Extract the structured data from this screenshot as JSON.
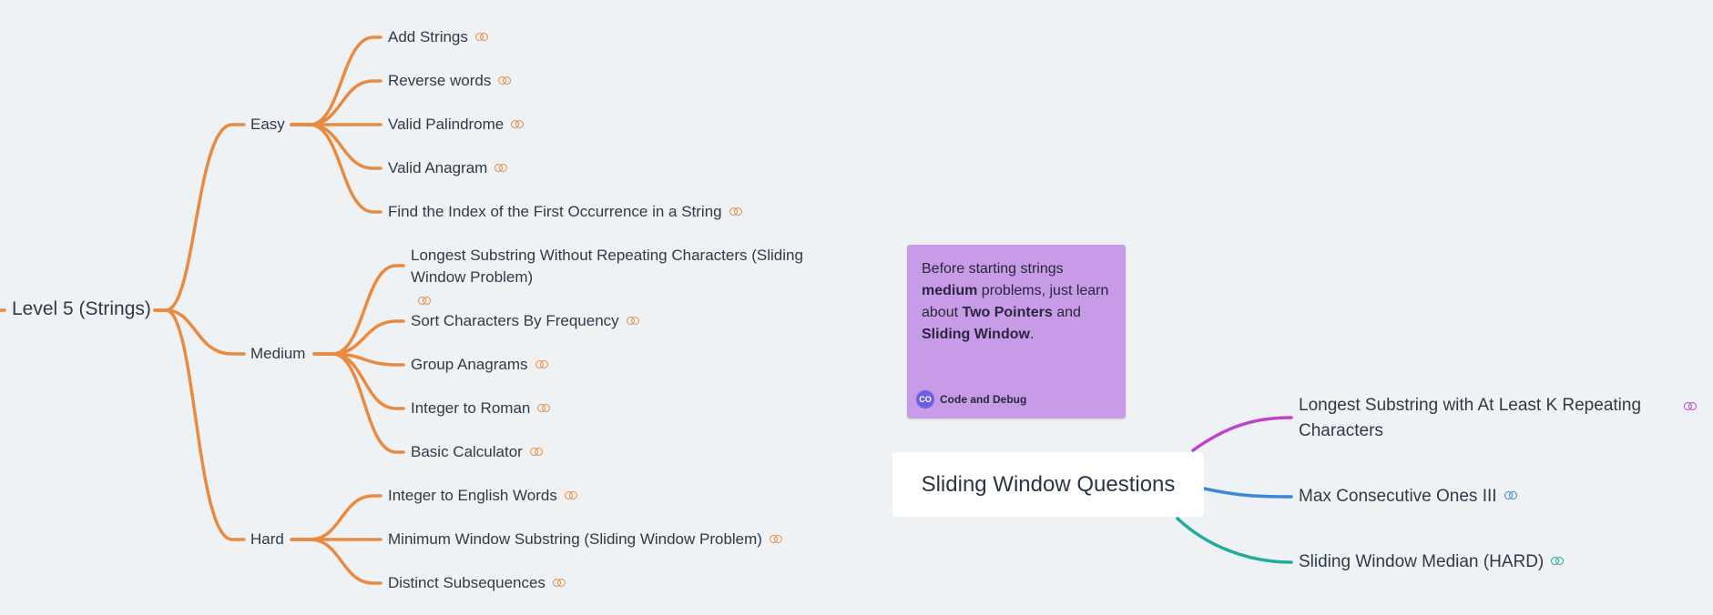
{
  "mindmap1": {
    "root": "Level 5 (Strings)",
    "categories": [
      {
        "label": "Easy",
        "items": [
          "Add Strings",
          "Reverse words",
          "Valid Palindrome",
          "Valid Anagram",
          "Find the Index of the First Occurrence in a String"
        ]
      },
      {
        "label": "Medium",
        "items": [
          "Longest Substring Without Repeating Characters (Sliding Window Problem)",
          "Sort Characters By Frequency",
          "Group Anagrams",
          "Integer to Roman",
          "Basic Calculator"
        ]
      },
      {
        "label": "Hard",
        "items": [
          "Integer to English Words",
          "Minimum Window Substring (Sliding Window Problem)",
          "Distinct Subsequences"
        ]
      }
    ]
  },
  "note": {
    "parts": [
      {
        "text": "Before starting strings ",
        "bold": false
      },
      {
        "text": "medium",
        "bold": true
      },
      {
        "text": " problems, just learn about ",
        "bold": false
      },
      {
        "text": "Two Pointers",
        "bold": true
      },
      {
        "text": " and ",
        "bold": false
      },
      {
        "text": "Sliding Window",
        "bold": true
      },
      {
        "text": ".",
        "bold": false
      }
    ],
    "avatar": "CO",
    "author": "Code and Debug"
  },
  "mindmap2": {
    "title": "Sliding Window Questions",
    "children": [
      {
        "label": "Longest Substring with At Least K Repeating Characters",
        "color": "#c040d0"
      },
      {
        "label": "Max Consecutive Ones III",
        "color": "#3a88d8"
      },
      {
        "label": "Sliding Window Median (HARD)",
        "color": "#21aa9e"
      }
    ]
  },
  "colors": {
    "branch": "#ea8a3f",
    "background": "#eff2f5",
    "note": "#c79be6"
  },
  "icons": {
    "link": "link-icon"
  }
}
